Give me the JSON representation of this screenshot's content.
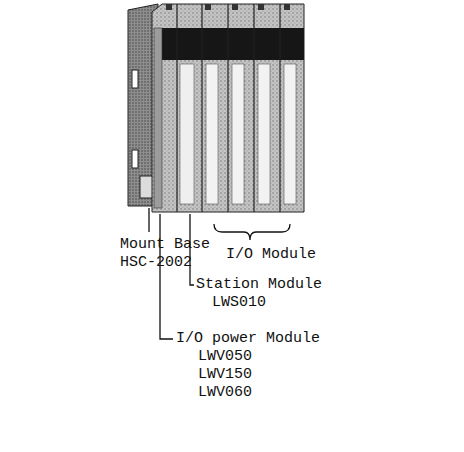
{
  "diagram": {
    "labels": [
      "Mount Base",
      "HSC-2002",
      "I/O Module",
      "Station Module",
      "LWS010",
      "I/O power Module",
      "LWV050",
      "LWV150",
      "LWV060"
    ]
  }
}
